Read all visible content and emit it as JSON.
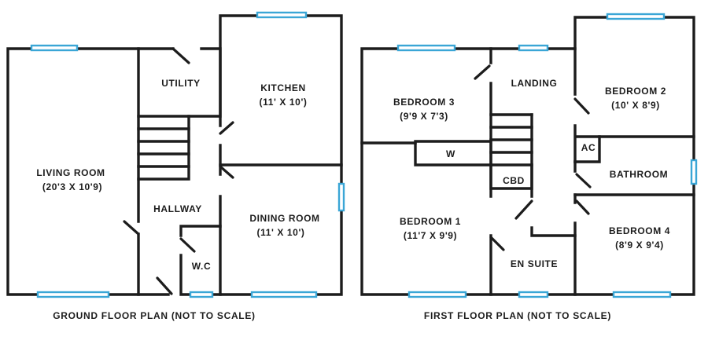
{
  "ground_floor": {
    "caption": "GROUND FLOOR PLAN (NOT TO SCALE)",
    "rooms": {
      "living_room": {
        "name": "LIVING ROOM",
        "dims": "(20'3 X 10'9)"
      },
      "utility": {
        "name": "UTILITY"
      },
      "kitchen": {
        "name": "KITCHEN",
        "dims": "(11' X 10')"
      },
      "hallway": {
        "name": "HALLWAY"
      },
      "dining_room": {
        "name": "DINING ROOM",
        "dims": "(11' X 10')"
      },
      "wc": {
        "name": "W.C"
      }
    }
  },
  "first_floor": {
    "caption": "FIRST FLOOR PLAN (NOT TO SCALE)",
    "rooms": {
      "bedroom_3": {
        "name": "BEDROOM 3",
        "dims": "(9'9 X 7'3)"
      },
      "landing": {
        "name": "LANDING"
      },
      "bedroom_2": {
        "name": "BEDROOM 2",
        "dims": "(10' X 8'9)"
      },
      "wardrobe": {
        "name": "W"
      },
      "ac": {
        "name": "AC"
      },
      "bathroom": {
        "name": "BATHROOM"
      },
      "cupboard": {
        "name": "CBD"
      },
      "bedroom_1": {
        "name": "BEDROOM 1",
        "dims": "(11'7 X 9'9)"
      },
      "en_suite": {
        "name": "EN SUITE"
      },
      "bedroom_4": {
        "name": "BEDROOM 4",
        "dims": "(8'9 X 9'4)"
      }
    }
  },
  "colors": {
    "wall": "#1c1c1c",
    "window": "#3aa6d6"
  }
}
